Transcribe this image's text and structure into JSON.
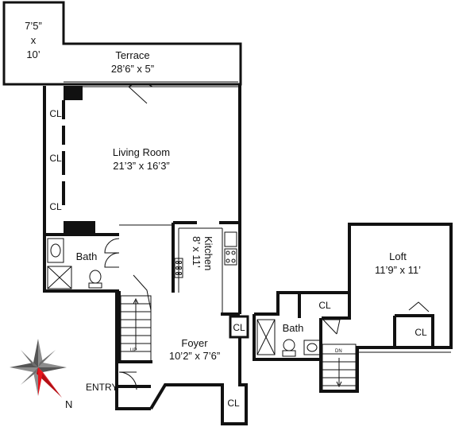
{
  "rooms": {
    "balcony": {
      "l1": "7’5”",
      "l2": "x",
      "l3": "10’"
    },
    "terrace": {
      "name": "Terrace",
      "dims": "28’6” x 5”"
    },
    "living": {
      "name": "Living Room",
      "dims": "21’3” x 16’3”"
    },
    "bath1": {
      "name": "Bath"
    },
    "kitchen": {
      "name": "Kitchen",
      "dims": "8’ x 11’"
    },
    "foyer": {
      "name": "Foyer",
      "dims": "10’2” x 7’6”"
    },
    "bath2": {
      "name": "Bath"
    },
    "loft": {
      "name": "Loft",
      "dims": "11’9” x 11’"
    }
  },
  "closets": {
    "living_1": "CL",
    "living_2": "CL",
    "living_3": "CL",
    "foyer_small": "CL",
    "foyer_bottom": "CL",
    "upper": "CL",
    "loft": "CL"
  },
  "labels": {
    "entry": "ENTRY",
    "stairs_up": "UP",
    "stairs_down": "DN",
    "compass_north": "N"
  },
  "colors": {
    "wall": "#111111",
    "compass_red": "#e8141c",
    "compass_gray": "#6e6e6e"
  }
}
